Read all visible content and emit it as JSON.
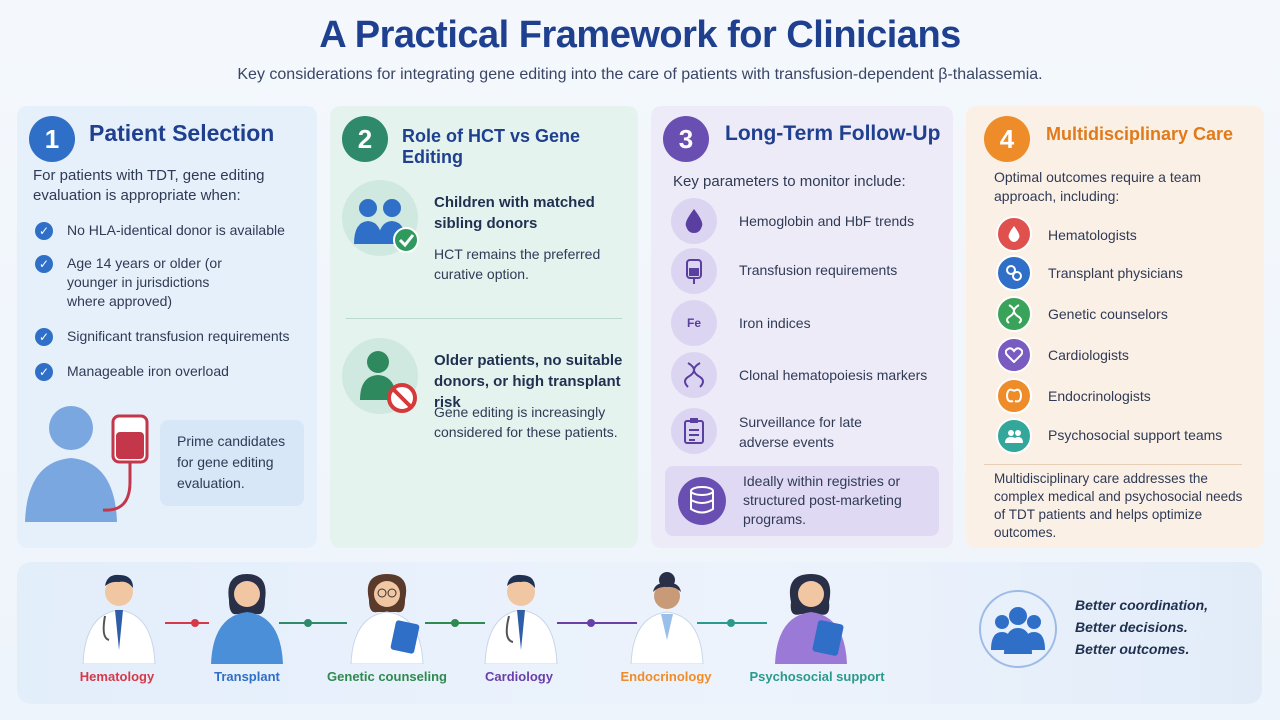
{
  "header": {
    "title": "A Practical Framework for Clinicians",
    "subtitle": "Key considerations for integrating gene editing into the care of patients with transfusion-dependent β-thalassemia."
  },
  "panel1": {
    "number": "1",
    "heading": "Patient Selection",
    "intro": "For patients with TDT, gene editing evaluation is appropriate when:",
    "criteria": [
      "No HLA-identical donor is available",
      "Age 14 years or older (or younger in jurisdictions where approved)",
      "Significant transfusion requirements",
      "Manageable iron overload"
    ],
    "callout": "Prime candidates for gene editing evaluation.",
    "accent": "#2f6fc7"
  },
  "panel2": {
    "number": "2",
    "heading": "Role of HCT vs Gene Editing",
    "case1_title": "Children with matched sibling donors",
    "case1_text": "HCT remains the preferred curative option.",
    "case2_title": "Older patients, no suitable donors, or high transplant risk",
    "case2_text": "Gene editing is increasingly considered for these patients.",
    "accent": "#2e8a6a"
  },
  "panel3": {
    "number": "3",
    "heading": "Long-Term Follow-Up",
    "intro": "Key parameters to monitor include:",
    "items": [
      {
        "label": "Hemoglobin and HbF trends",
        "icon": "blood-drop-icon"
      },
      {
        "label": "Transfusion requirements",
        "icon": "blood-bag-icon"
      },
      {
        "label": "Iron indices",
        "icon": "iron-fe-icon",
        "glyph": "Fe"
      },
      {
        "label": "Clonal hematopoiesis markers",
        "icon": "dna-icon"
      },
      {
        "label": "Surveillance for late adverse events",
        "icon": "clipboard-icon"
      }
    ],
    "callout": "Ideally within registries or structured post-marketing programs.",
    "accent": "#6a4fb3"
  },
  "panel4": {
    "number": "4",
    "heading": "Multidisciplinary Care",
    "intro": "Optimal outcomes require a team approach, including:",
    "team": [
      {
        "label": "Hematologists",
        "color": "#e0504c",
        "icon": "drop-icon"
      },
      {
        "label": "Transplant physicians",
        "color": "#2f6fc7",
        "icon": "cells-icon"
      },
      {
        "label": "Genetic counselors",
        "color": "#3aa35a",
        "icon": "dna-icon"
      },
      {
        "label": "Cardiologists",
        "color": "#7a5bc0",
        "icon": "heart-icon"
      },
      {
        "label": "Endocrinologists",
        "color": "#ef8c2a",
        "icon": "thyroid-icon"
      },
      {
        "label": "Psychosocial support teams",
        "color": "#33a79a",
        "icon": "people-icon"
      }
    ],
    "summary": "Multidisciplinary care addresses the complex medical and psychosocial needs of TDT patients and helps optimize outcomes.",
    "accent": "#ef8c2a"
  },
  "band": {
    "roles": [
      {
        "label": "Hematology",
        "color": "#d43a4a"
      },
      {
        "label": "Transplant",
        "color": "#2f6fc7"
      },
      {
        "label": "Genetic counseling",
        "color": "#2e8a4e"
      },
      {
        "label": "Cardiology",
        "color": "#6a3fa8"
      },
      {
        "label": "Endocrinology",
        "color": "#ef8c2a"
      },
      {
        "label": "Psychosocial support",
        "color": "#2a9a8c"
      }
    ],
    "outcomes": [
      "Better coordination,",
      "Better decisions.",
      "Better outcomes."
    ]
  }
}
